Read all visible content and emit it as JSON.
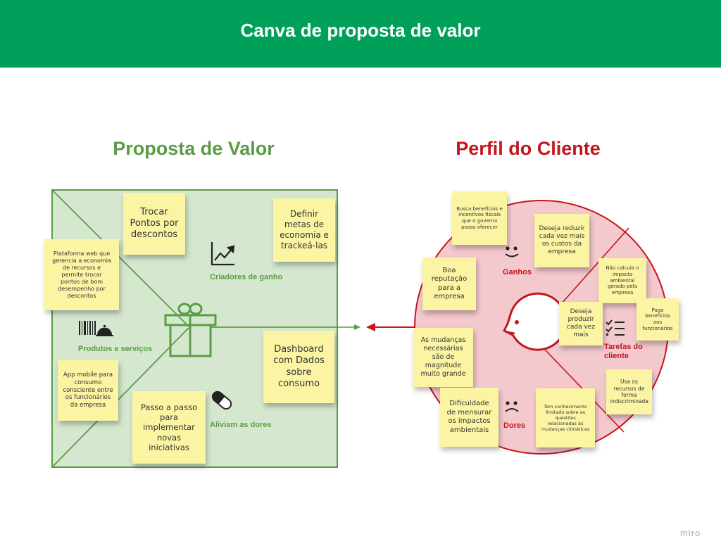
{
  "header": {
    "title": "Canva de proposta de valor"
  },
  "value_proposition": {
    "title": "Proposta de Valor",
    "labels": {
      "gain_creators": "Criadores de ganho",
      "products_services": "Produtos e serviços",
      "pain_relievers": "Aliviam as dores"
    },
    "notes": [
      "Trocar\nPontos por\ndescontos",
      "Definir\nmetas de\neconomia e\ntrackeá-las",
      "Plataforma web que\ngerencia a economia\nde recursos e\npermite trocar\npontos de bom\ndesempenho por\ndescontos",
      "Dashboard\ncom Dados\nsobre\nconsumo",
      "App mobile para\nconsumo\nconsciente entre\nos funcionários\nda empresa",
      "Passo a passo\npara\nimplementar\nnovas\niniciativas"
    ]
  },
  "customer_profile": {
    "title": "Perfil do Cliente",
    "labels": {
      "gains": "Ganhos",
      "customer_jobs": "Tarefas do\ncliente",
      "pains": "Dores"
    },
    "notes": [
      "Busca benefícios e\nincentivos fiscais\nque o governo\nposso oferecer",
      "Deseja reduzir\ncada vez mais\nos custos da\nempresa",
      "Boa\nreputação\npara a\nempresa",
      "Não calcula o\nimpacto\nambiental\ngerado pela\nempresa",
      "Deseja\nproduzir\ncada vez\nmais",
      "Paga\nbenefícios\naos\nfuncionários",
      "As mudanças\nnecessárias\nsão de\nmagnitude\nmuito grande",
      "Usa os\nrecursos de\nforma\nindiscriminada",
      "Dificuldade\nde mensurar\nos impactos\nambientais",
      "Tem conhecimento\nlimitado sobre as\nquestões\nrelacionadas às\nmudanças climáticas"
    ]
  },
  "footer": {
    "brand": "miro"
  },
  "colors": {
    "header": "#00a05a",
    "green": "#5a9c46",
    "green_fill": "#d5e8cf",
    "red": "#c4161c",
    "red_fill": "#f4c9ce",
    "note": "#fbf5a3"
  }
}
